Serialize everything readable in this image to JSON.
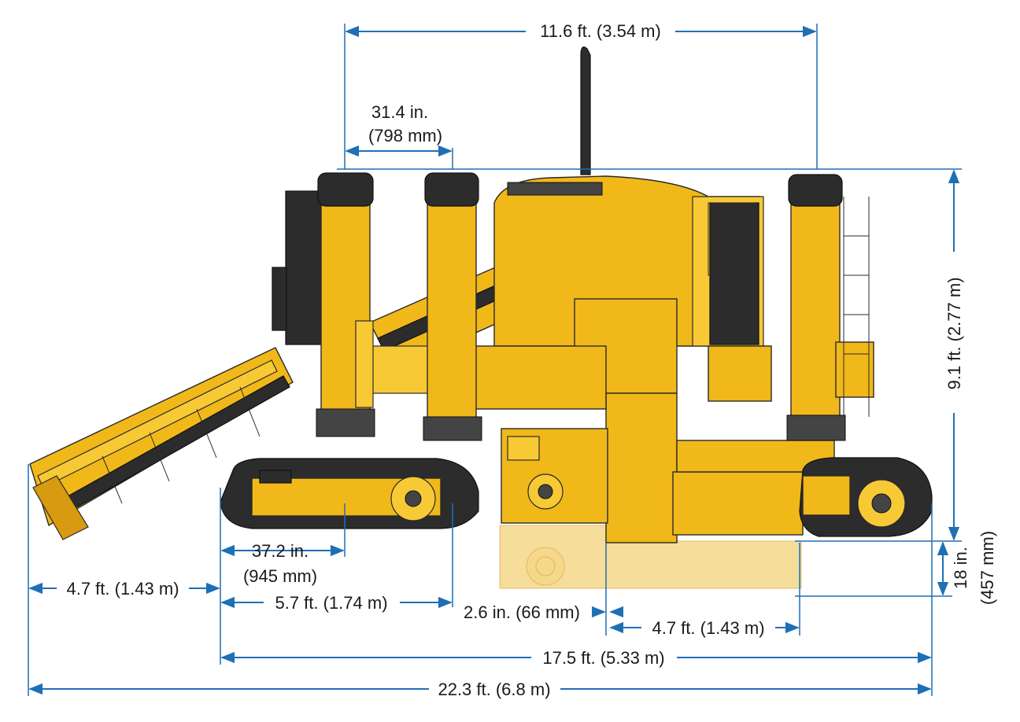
{
  "colors": {
    "dimension_line": "#1f6fb5",
    "machine_yellow": "#f1b81a",
    "machine_black": "#2c2c2c",
    "text": "#1a1a1a"
  },
  "dimensions": {
    "top_width": "11.6 ft. (3.54 m)",
    "inner_offset_line1": "31.4 in.",
    "inner_offset_line2": "(798 mm)",
    "height": "9.1 ft. (2.77 m)",
    "track_offset_line1": "37.2 in.",
    "track_offset_line2": "(945 mm)",
    "front_overhang": "4.7 ft. (1.43 m)",
    "wheelbase_front": "5.7 ft. (1.74 m)",
    "gap": "2.6 in. (66 mm)",
    "rear_section": "4.7 ft. (1.43 m)",
    "ground_clearance_line1": "18 in.",
    "ground_clearance_line2": "(457 mm)",
    "track_length": "17.5 ft. (5.33 m)",
    "overall_length": "22.3 ft. (6.8 m)"
  }
}
